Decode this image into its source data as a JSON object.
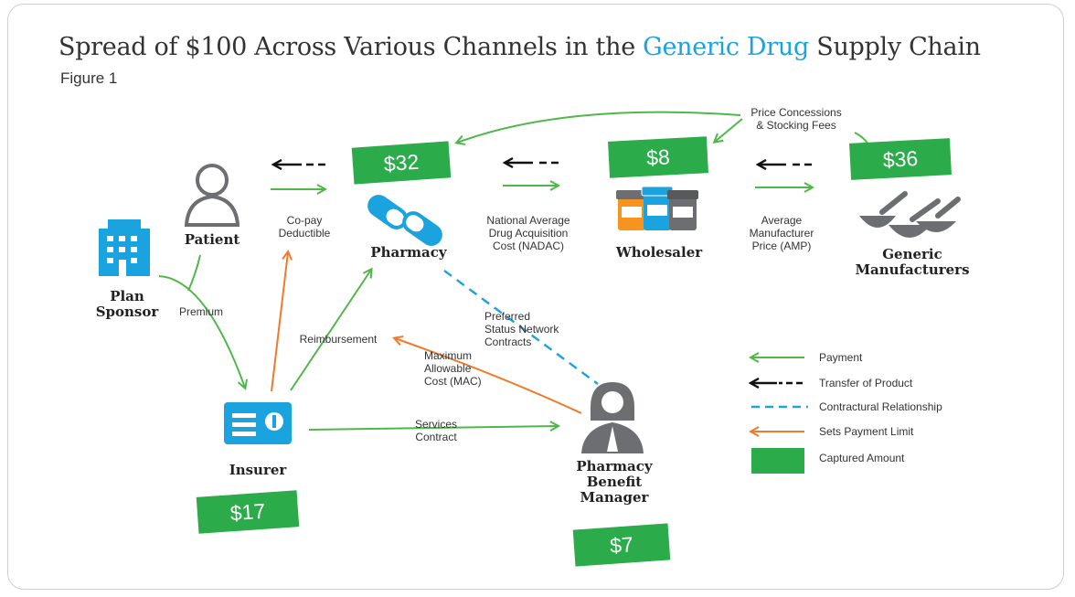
{
  "title": {
    "prefix": "Spread of $100 Across Various Channels in the ",
    "highlight": "Generic Drug",
    "suffix": " Supply Chain",
    "figure": "Figure 1"
  },
  "nodes": {
    "patient": "Patient",
    "plan_sponsor_line1": "Plan",
    "plan_sponsor_line2": "Sponsor",
    "pharmacy": "Pharmacy",
    "wholesaler": "Wholesaler",
    "manufacturers_line1": "Generic",
    "manufacturers_line2": "Manufacturers",
    "insurer": "Insurer",
    "pbm_line1": "Pharmacy",
    "pbm_line2": "Benefit",
    "pbm_line3": "Manager"
  },
  "amounts": {
    "pharmacy": "$32",
    "wholesaler": "$8",
    "manufacturers": "$36",
    "insurer": "$17",
    "pbm": "$7"
  },
  "labels": {
    "copay_1": "Co-pay",
    "copay_2": "Deductible",
    "nadac_1": "National Average",
    "nadac_2": "Drug Acquisition",
    "nadac_3": "Cost (NADAC)",
    "amp_1": "Average",
    "amp_2": "Manufacturer",
    "amp_3": "Price (AMP)",
    "price_conc_1": "Price Concessions",
    "price_conc_2": "& Stocking Fees",
    "premium": "Premium",
    "reimbursement": "Reimbursement",
    "preferred_1": "Preferred",
    "preferred_2": "Status Network",
    "preferred_3": "Contracts",
    "mac_1": "Maximum",
    "mac_2": "Allowable",
    "mac_3": "Cost (MAC)",
    "services_1": "Services",
    "services_2": "Contract"
  },
  "legend": {
    "payment": "Payment",
    "transfer": "Transfer of Product",
    "contractual": "Contractural Relationship",
    "limit": "Sets Payment Limit",
    "captured": "Captured Amount"
  },
  "colors": {
    "payment": "#4fb848",
    "product": "#111111",
    "contract": "#1aa3df",
    "limit": "#f07a2b",
    "captured": "#2bab4a",
    "icon_blue": "#1aa3df",
    "icon_gray": "#6d6e71"
  }
}
